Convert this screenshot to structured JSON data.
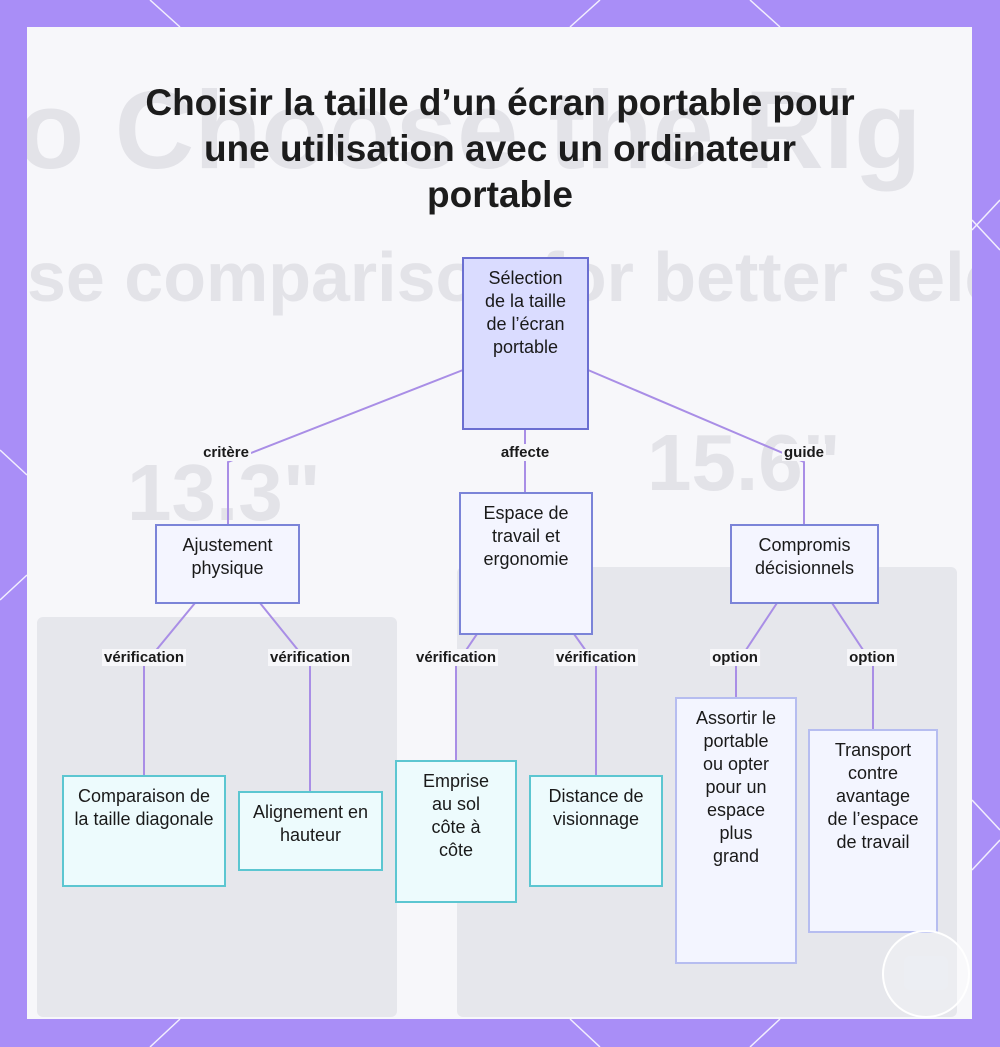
{
  "title": "Choisir la taille d’un écran portable pour une utilisation avec un ordinateur portable",
  "background_text": {
    "title": "o Choose the Rig",
    "subtitle": "se comparison for better selecti",
    "size_a": "13.3\"",
    "size_b": "15.6\""
  },
  "colors": {
    "frame": "#a98ef7",
    "edge": "#a98ee6",
    "root_fill": "#dadcff",
    "leaf_fill": "#edfbfd",
    "leaf_border": "#5cc6d1"
  },
  "nodes": {
    "root": "Sélection de la taille de l’écran portable",
    "fit": "Ajustement physique",
    "workspace": "Espace de travail et ergonomie",
    "tradeoffs": "Compromis décisionnels",
    "diagonal": "Comparaison de la taille diagonale",
    "height": "Alignement en hauteur",
    "footprint": "Emprise au sol côte à côte",
    "distance": "Distance de visionnage",
    "match": "Assortir le portable ou opter pour un espace plus grand",
    "transport": "Transport contre avantage de l’espace de travail"
  },
  "edges": {
    "criterion": "critère",
    "affects": "affecte",
    "guide": "guide",
    "verification_1": "vérification",
    "verification_2": "vérification",
    "verification_3": "vérification",
    "verification_4": "vérification",
    "option_1": "option",
    "option_2": "option"
  }
}
